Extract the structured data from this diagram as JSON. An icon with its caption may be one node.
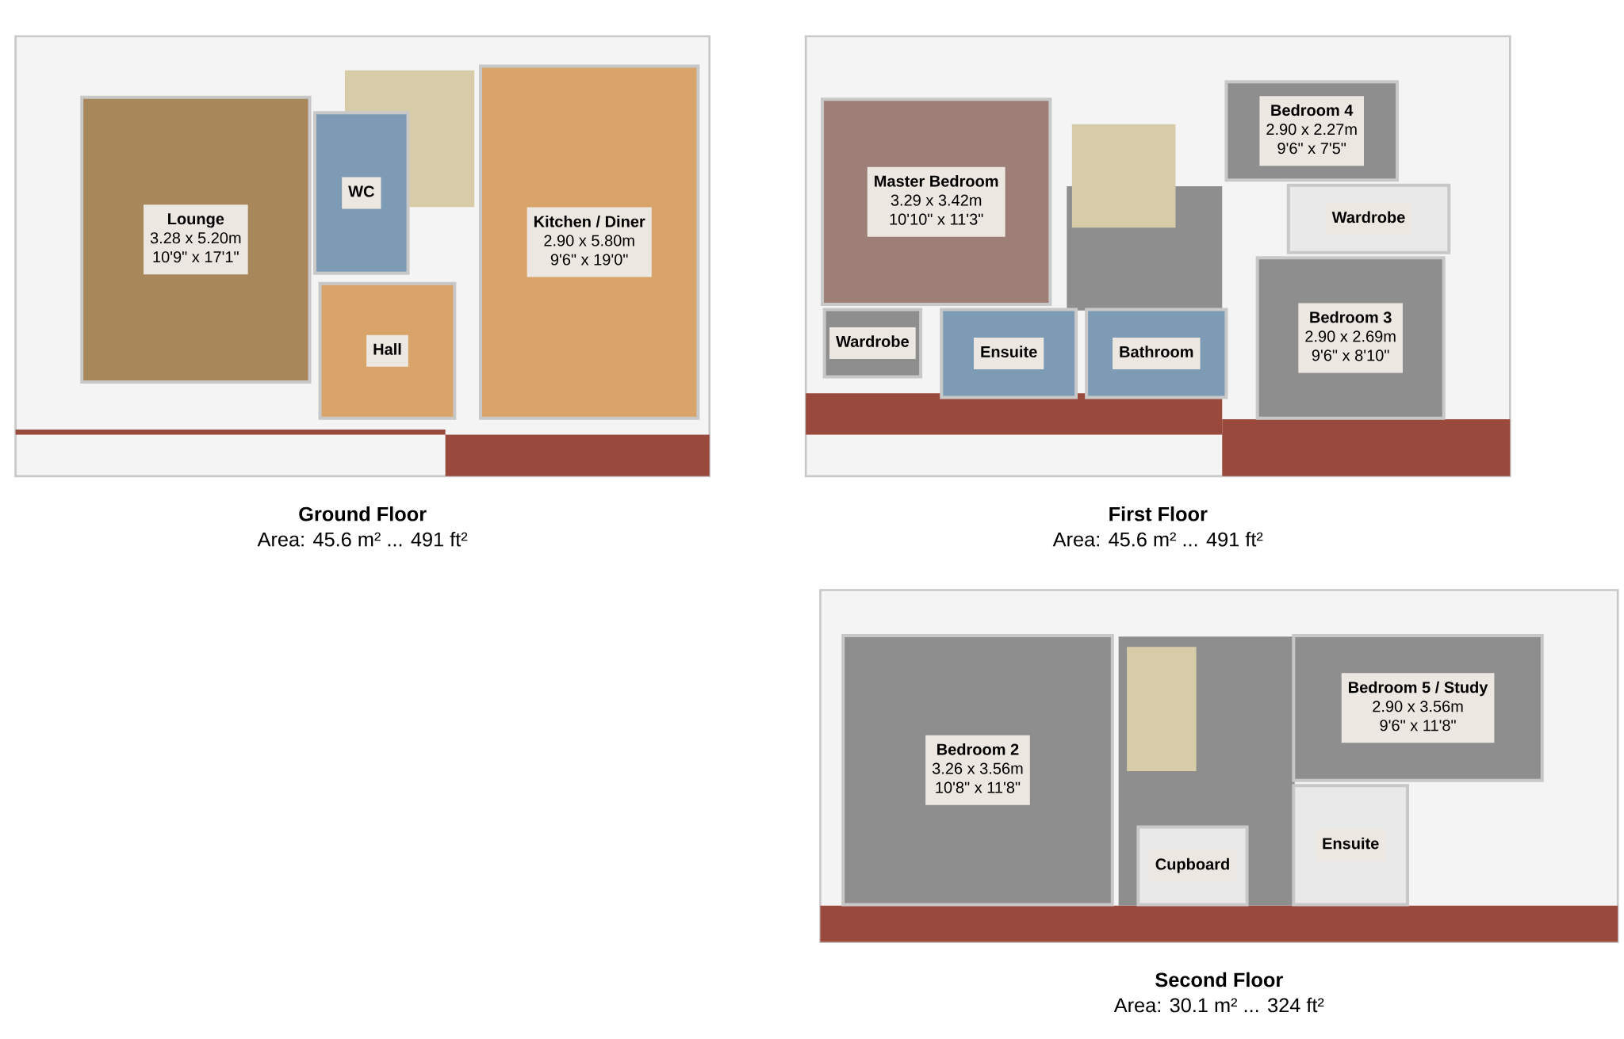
{
  "diagram": {
    "nodes": [
      {
        "text": [
          "Ground Floor",
          "Area: 45.6 m² ... 491 ft²"
        ]
      },
      {
        "text": [
          "Lounge",
          "3.28 x 5.20m",
          "10'9\" x 17'1\""
        ],
        "in": 0
      },
      {
        "text": [
          "WC"
        ],
        "in": 0
      },
      {
        "text": [
          "Hall"
        ],
        "in": 0
      },
      {
        "text": [
          "Kitchen / Diner",
          "2.90 x 5.80m",
          "9'6\" x 19'0\""
        ],
        "in": 0
      },
      {
        "text": [
          "First Floor",
          "Area: 45.6 m² ... 491 ft²"
        ]
      },
      {
        "text": [
          "Master Bedroom",
          "3.29 x 3.42m",
          "10'10\" x 11'3\""
        ],
        "in": 5
      },
      {
        "text": [
          "Wardrobe"
        ],
        "in": 5
      },
      {
        "text": [
          "Ensuite"
        ],
        "in": 5
      },
      {
        "text": [
          "Bathroom"
        ],
        "in": 5
      },
      {
        "text": [
          "Bedroom 4",
          "2.90 x 2.27m",
          "9'6\" x 7'5\""
        ],
        "in": 5
      },
      {
        "text": [
          "Wardrobe"
        ],
        "in": 5
      },
      {
        "text": [
          "Bedroom 3",
          "2.90 x 2.69m",
          "9'6\" x 8'10\""
        ],
        "in": 5
      },
      {
        "text": [
          "Second Floor",
          "Area: 30.1 m² ... 324 ft²"
        ]
      },
      {
        "text": [
          "Bedroom 2",
          "3.26 x 3.56m",
          "10'8\" x 11'8\""
        ],
        "in": 13
      },
      {
        "text": [
          "Bedroom 5 / Study",
          "2.90 x 3.56m",
          "9'6\" x 11'8\""
        ],
        "in": 13
      },
      {
        "text": [
          "Ensuite"
        ],
        "in": 13
      },
      {
        "text": [
          "Cupboard"
        ],
        "in": 13
      }
    ]
  }
}
